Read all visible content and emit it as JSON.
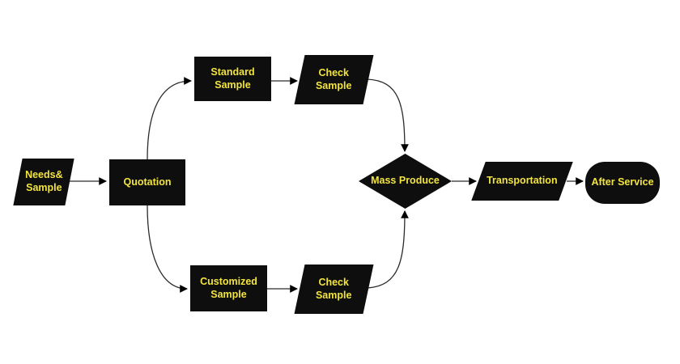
{
  "diagram": {
    "type": "flowchart",
    "colors": {
      "background": "#ffffff",
      "node_fill": "#0e0e0e",
      "text": "#f2e43e",
      "connector": "#2b2b2b",
      "arrowhead": "#000000"
    },
    "nodes": [
      {
        "id": "needs-sample",
        "shape": "parallelogram",
        "label": "Needs&\nSample"
      },
      {
        "id": "quotation",
        "shape": "rectangle",
        "label": "Quotation"
      },
      {
        "id": "standard-sample",
        "shape": "rectangle",
        "label": "Standard\nSample"
      },
      {
        "id": "check-sample-top",
        "shape": "parallelogram",
        "label": "Check\nSample"
      },
      {
        "id": "customized-sample",
        "shape": "rectangle",
        "label": "Customized\nSample"
      },
      {
        "id": "check-sample-bottom",
        "shape": "parallelogram",
        "label": "Check\nSample"
      },
      {
        "id": "mass-produce",
        "shape": "diamond",
        "label": "Mass Produce"
      },
      {
        "id": "transportation",
        "shape": "parallelogram",
        "label": "Transportation"
      },
      {
        "id": "after-service",
        "shape": "terminator",
        "label": "After Service"
      }
    ],
    "edges": [
      {
        "from": "needs-sample",
        "to": "quotation"
      },
      {
        "from": "quotation",
        "to": "standard-sample"
      },
      {
        "from": "standard-sample",
        "to": "check-sample-top"
      },
      {
        "from": "check-sample-top",
        "to": "mass-produce"
      },
      {
        "from": "quotation",
        "to": "customized-sample"
      },
      {
        "from": "customized-sample",
        "to": "check-sample-bottom"
      },
      {
        "from": "check-sample-bottom",
        "to": "mass-produce"
      },
      {
        "from": "mass-produce",
        "to": "transportation"
      },
      {
        "from": "transportation",
        "to": "after-service"
      }
    ]
  }
}
